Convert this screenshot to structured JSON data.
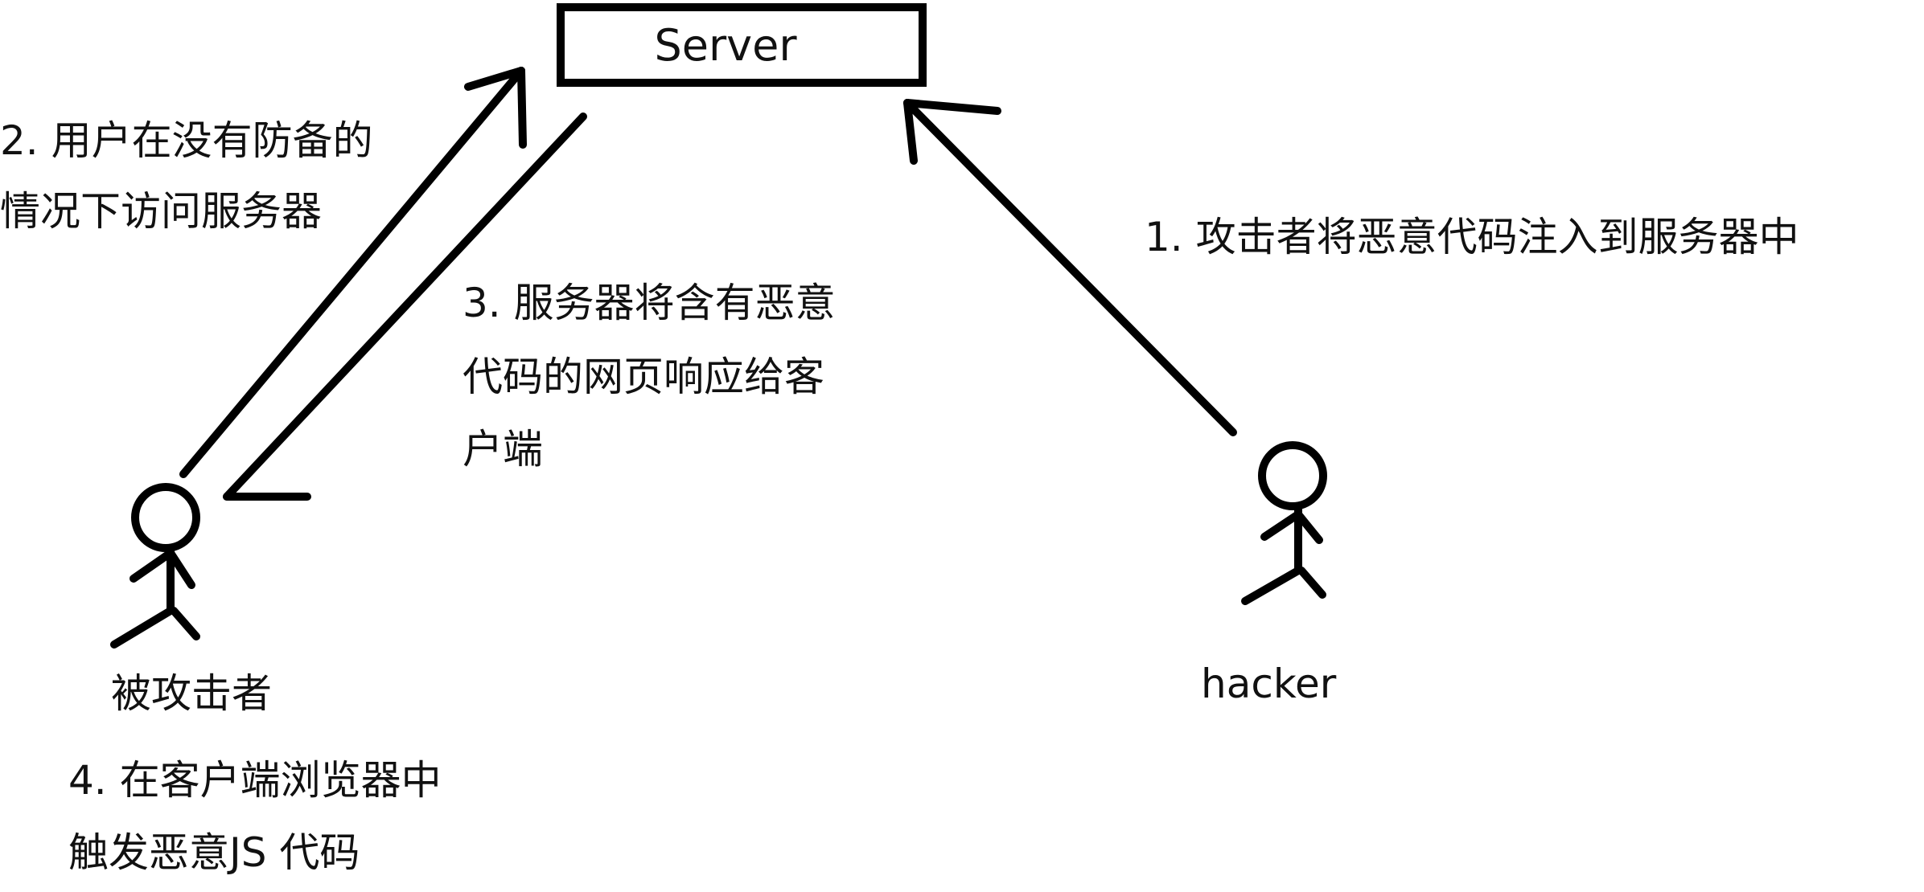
{
  "diagram": {
    "title": "XSS attack flow",
    "nodes": {
      "server": {
        "label": "Server"
      },
      "victim": {
        "label": "被攻击者"
      },
      "hacker": {
        "label": "hacker"
      }
    },
    "steps": [
      {
        "id": "step-1",
        "lines": [
          "1. 攻击者将恶意代码注入到服务器中"
        ]
      },
      {
        "id": "step-2",
        "lines": [
          "2. 用户在没有防备的",
          "情况下访问服务器"
        ]
      },
      {
        "id": "step-3",
        "lines": [
          "3. 服务器将含有恶意",
          "代码的网页响应给客",
          "户端"
        ]
      },
      {
        "id": "step-4",
        "lines": [
          "4. 在客户端浏览器中",
          "触发恶意JS 代码"
        ]
      }
    ],
    "edges": [
      {
        "from": "hacker",
        "to": "server",
        "step": 1
      },
      {
        "from": "victim",
        "to": "server",
        "step": 2
      },
      {
        "from": "server",
        "to": "victim",
        "step": 3
      }
    ],
    "colors": {
      "stroke": "#000000",
      "background": "#ffffff",
      "text": "#111111"
    }
  }
}
